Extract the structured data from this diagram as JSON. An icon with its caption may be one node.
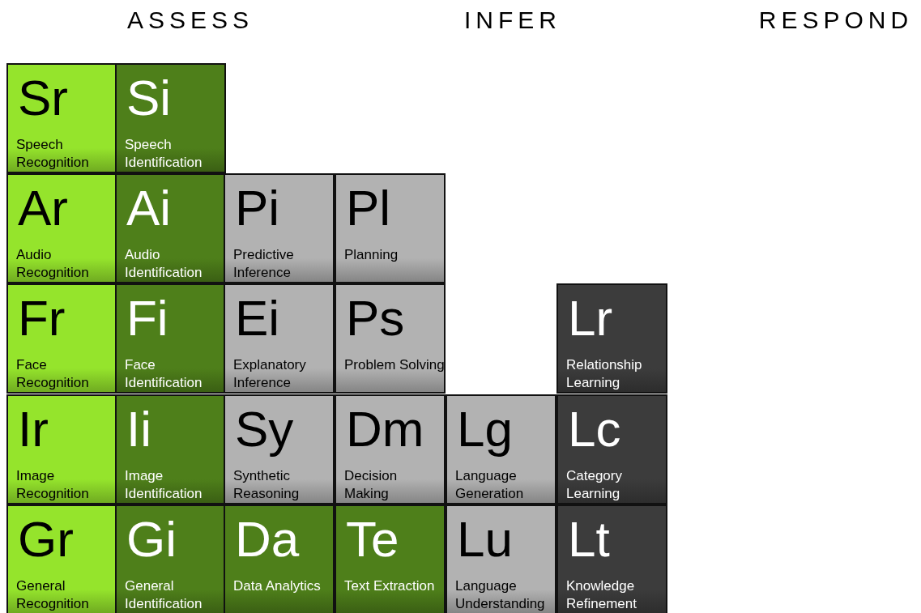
{
  "diagram": {
    "nodes": [
      {
        "text": [
          "Sr",
          "Speech Recognition"
        ]
      },
      {
        "text": [
          "Si",
          "Speech Identification"
        ]
      },
      {
        "text": [
          "Ar",
          "Audio Recognition"
        ]
      },
      {
        "text": [
          "Ai",
          "Audio Identification"
        ]
      },
      {
        "text": [
          "Pi",
          "Predictive Inference"
        ]
      },
      {
        "text": [
          "Pl",
          "Planning"
        ]
      },
      {
        "text": [
          "Fr",
          "Face Recognition"
        ]
      },
      {
        "text": [
          "Fi",
          "Face Identification"
        ]
      },
      {
        "text": [
          "Ei",
          "Explanatory Inference"
        ]
      },
      {
        "text": [
          "Ps",
          "Problem Solving"
        ]
      },
      {
        "text": [
          "Lr",
          "Relationship Learning"
        ]
      },
      {
        "text": [
          "Ir",
          "Image Recognition"
        ]
      },
      {
        "text": [
          "Ii",
          "Image Identification"
        ]
      },
      {
        "text": [
          "Sy",
          "Synthetic Reasoning"
        ]
      },
      {
        "text": [
          "Dm",
          "Decision Making"
        ]
      },
      {
        "text": [
          "Lg",
          "Language Generation"
        ]
      },
      {
        "text": [
          "Lc",
          "Category Learning"
        ]
      },
      {
        "text": [
          "Gr",
          "General Recognition"
        ]
      },
      {
        "text": [
          "Gi",
          "General Identification"
        ]
      },
      {
        "text": [
          "Da",
          "Data Analytics"
        ]
      },
      {
        "text": [
          "Te",
          "Text Extraction"
        ]
      },
      {
        "text": [
          "Lu",
          "Language Understanding"
        ]
      },
      {
        "text": [
          "Lt",
          "Knowledge Refinement"
        ]
      }
    ],
    "labels": [
      "ASSESS",
      "INFER",
      "RESPOND"
    ]
  }
}
